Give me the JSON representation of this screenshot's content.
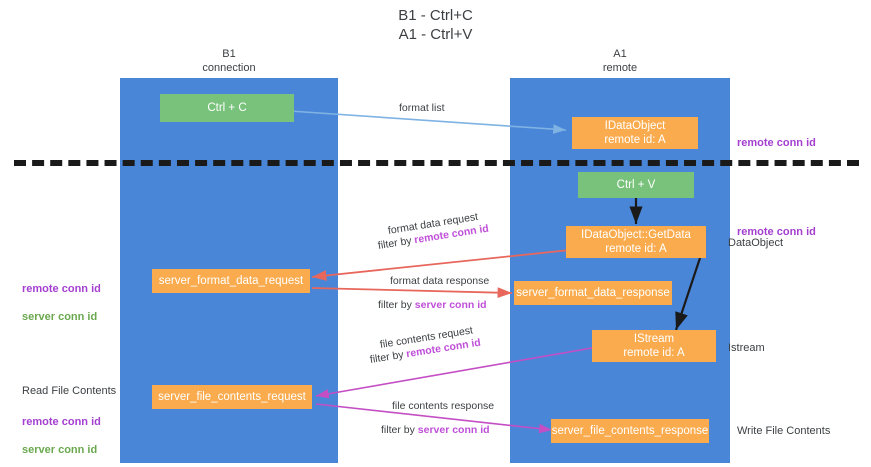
{
  "title": "B1 - Ctrl+C\nA1 - Ctrl+V",
  "lanes": [
    {
      "name": "b1",
      "header": "B1\nconnection"
    },
    {
      "name": "a1",
      "header": "A1\nremote"
    }
  ],
  "nodes": {
    "ctrl_c": "Ctrl + C",
    "idataobject": "IDataObject\nremote id: A",
    "ctrl_v": "Ctrl + V",
    "getdata": "IDataObject::GetData\nremote id: A",
    "server_format_data_request": "server_format_data_request",
    "server_format_data_response": "server_format_data_response",
    "istream": "IStream\nremote id: A",
    "server_file_contents_request": "server_file_contents_request",
    "server_file_contents_response": "server_file_contents_response"
  },
  "side_labels": {
    "remote_conn_id_top": "remote conn id",
    "remote_conn_id_mid": "remote conn id",
    "dataobject": "DataObject",
    "istream": "Istream",
    "write_file_contents": "Write File Contents",
    "read_file_contents": "Read File Contents",
    "conn_left_mid_remote": "remote conn id",
    "conn_left_mid_server": "server conn id",
    "conn_left_low_remote": "remote conn id",
    "conn_left_low_server": "server conn id"
  },
  "edge_labels": {
    "format_list": "format list",
    "format_data_request": "format data request",
    "format_data_request_filter_prefix": "filter by ",
    "format_data_request_filter_key": "remote conn id",
    "format_data_response": "format data response",
    "format_data_response_filter_prefix": "filter by ",
    "format_data_response_filter_key": "server conn id",
    "file_contents_request": "file contents request",
    "file_contents_request_filter_prefix": "filter by ",
    "file_contents_request_filter_key": "remote conn id",
    "file_contents_response": "file contents response",
    "file_contents_response_filter_prefix": "filter by ",
    "file_contents_response_filter_key": "server conn id"
  },
  "colors": {
    "lane": "#4a86d8",
    "green_node": "#78c27b",
    "orange_node": "#f9ab4e",
    "purple_text": "#a43fd0",
    "green_text": "#6aa84f",
    "arrow_blue": "#7fb3e3",
    "arrow_red": "#e8675c",
    "arrow_black": "#1a1a1a",
    "arrow_magenta": "#c44ec4",
    "divider": "#1a1a1a"
  }
}
